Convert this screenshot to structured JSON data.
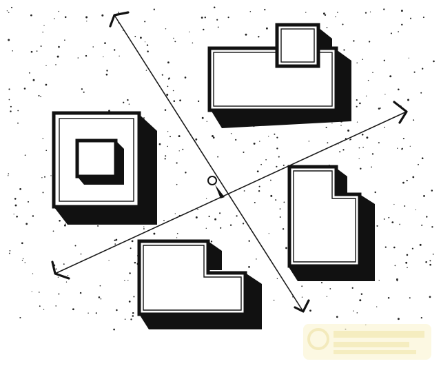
{
  "diagram": {
    "kind": "isometric-sketch",
    "elements": [
      "center-pivot",
      "axis-line-a",
      "axis-line-b",
      "building-top",
      "building-left",
      "building-right",
      "building-bottom"
    ],
    "colors": {
      "ink": "#111111",
      "paper": "#ffffff",
      "watermark": "#f3e9a8"
    }
  },
  "watermark": {
    "visible": true,
    "logo_name": "watermark-logo",
    "label": ""
  }
}
